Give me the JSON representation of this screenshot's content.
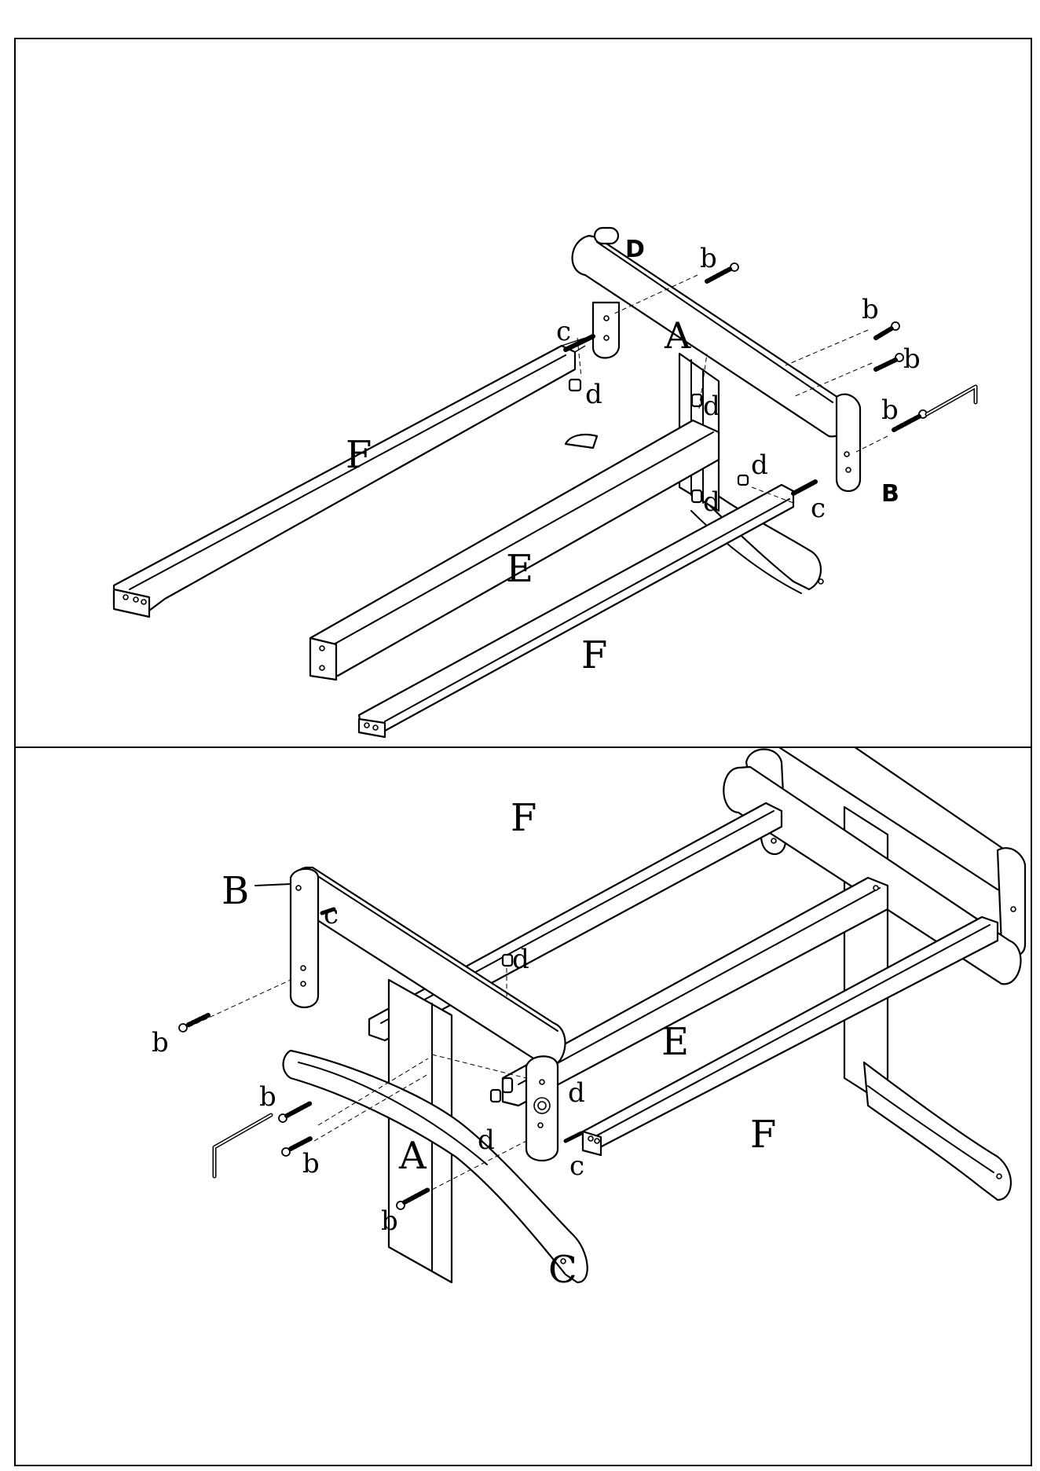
{
  "top_panel": {
    "labels": {
      "D": "D",
      "A": "A",
      "B": "B",
      "F1": "F",
      "F2": "F",
      "E": "E",
      "c1": "c",
      "c2": "c",
      "d1": "d",
      "d2": "d",
      "d3": "d",
      "d4": "d",
      "b1": "b",
      "b2": "b",
      "b3": "b",
      "b4": "b"
    }
  },
  "bottom_panel": {
    "labels": {
      "B": "B",
      "A": "A",
      "C": "C",
      "F1": "F",
      "F2": "F",
      "E": "E",
      "c1": "c",
      "c2": "c",
      "d1": "d",
      "d2": "d",
      "d3": "d",
      "b1": "b",
      "b2": "b",
      "b3": "b",
      "b4": "b"
    }
  }
}
